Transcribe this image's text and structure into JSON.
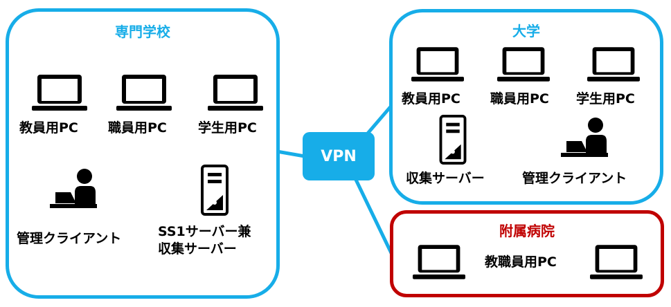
{
  "vpn": {
    "label": "VPN"
  },
  "colors": {
    "blue": "#17ade8",
    "red": "#c00000",
    "icon": "#000000"
  },
  "senmon": {
    "title": "専門学校",
    "devices": [
      {
        "icon": "laptop-icon",
        "label": "教員用PC"
      },
      {
        "icon": "laptop-icon",
        "label": "職員用PC"
      },
      {
        "icon": "laptop-icon",
        "label": "学生用PC"
      },
      {
        "icon": "admin-client-icon",
        "label": "管理クライアント"
      },
      {
        "icon": "server-icon",
        "label_line1": "SS1サーバー兼",
        "label_line2": "収集サーバー"
      }
    ]
  },
  "daigaku": {
    "title": "大学",
    "devices": [
      {
        "icon": "laptop-icon",
        "label": "教員用PC"
      },
      {
        "icon": "laptop-icon",
        "label": "職員用PC"
      },
      {
        "icon": "laptop-icon",
        "label": "学生用PC"
      },
      {
        "icon": "server-icon",
        "label": "収集サーバー"
      },
      {
        "icon": "admin-client-icon",
        "label": "管理クライアント"
      }
    ]
  },
  "fuzoku": {
    "title": "附属病院",
    "devices": [
      {
        "icon": "laptop-icon"
      },
      {
        "icon": "laptop-icon"
      }
    ],
    "shared_label": "教職員用PC"
  }
}
